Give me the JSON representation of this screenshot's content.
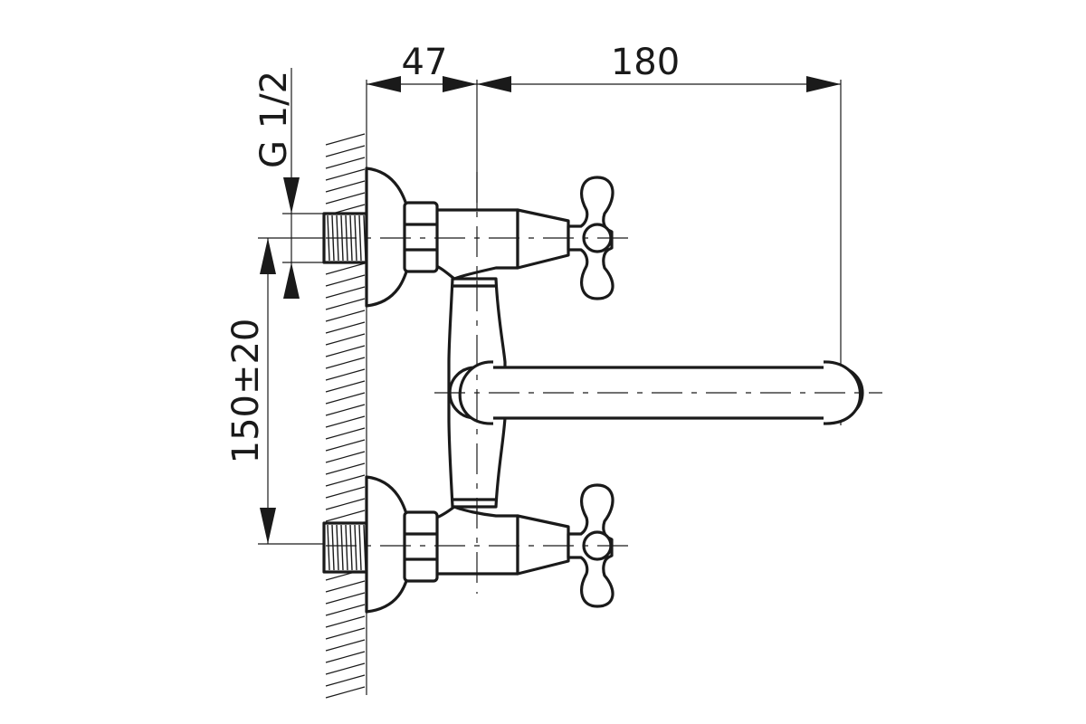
{
  "drawing": {
    "dimensions": {
      "width_offset": "47",
      "spout_reach": "180",
      "thread": "G 1/2",
      "center_distance": "150±20"
    },
    "colors": {
      "line": "#1a1a1a",
      "background": "#ffffff"
    }
  }
}
